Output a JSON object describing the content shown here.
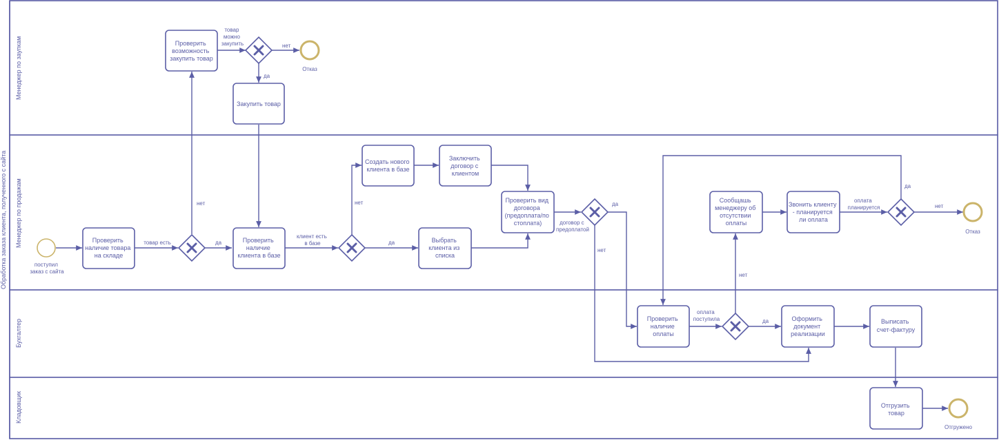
{
  "diagram": {
    "pool_title": "Обработка заказа клиента, полученного с сайта",
    "lanes": [
      {
        "id": "purchase",
        "name": "Менеджер по заупкам"
      },
      {
        "id": "sales",
        "name": "Менеджер по продажам"
      },
      {
        "id": "accountant",
        "name": "Бухгалтер"
      },
      {
        "id": "storekeeper",
        "name": "Кладовщик"
      }
    ],
    "tasks": {
      "check_stock": [
        "Проверить",
        "наличие товара",
        "на складе"
      ],
      "check_purchase": [
        "Проверить",
        "возможность",
        "закупить товар"
      ],
      "buy_goods": [
        "Закупить товар"
      ],
      "check_client": [
        "Проверить",
        "наличие",
        "клиента в базе"
      ],
      "create_client": [
        "Создать нового",
        "клиента в базе"
      ],
      "make_contract": [
        "Заключить",
        "договор с",
        "клиентом"
      ],
      "select_client": [
        "Выбрать",
        "клиента из",
        "списка"
      ],
      "check_contract_type": [
        "Проверить вид",
        "договора",
        "(предоплата/по",
        "стоплата)"
      ],
      "report_no_payment": [
        "Сообщашь",
        "менеджеру об",
        "отсутствии",
        "оплаты"
      ],
      "call_client": [
        "Звонить клиенту",
        "- планируется",
        "ли оплата"
      ],
      "check_payment": [
        "Проверить",
        "наличие",
        "оплаты"
      ],
      "make_sales_doc": [
        "Оформить",
        "документ",
        "реализации"
      ],
      "issue_invoice": [
        "Выписать",
        "счет-фактуру"
      ],
      "ship_goods": [
        "Отгрузить",
        "товар"
      ]
    },
    "events": {
      "start": [
        "поступил",
        "заказ с сайта"
      ],
      "end_refusal_1": [
        "Отказ"
      ],
      "end_refusal_2": [
        "Отказ"
      ],
      "end_shipped": [
        "Отгружено"
      ]
    },
    "flow_labels": {
      "can_buy": [
        "товар",
        "можно",
        "закупить"
      ],
      "no_1": "нет",
      "yes_1": "да",
      "in_stock": "товар есть",
      "yes_2": "да",
      "no_2": "нет",
      "client_exists": [
        "клиент есть",
        "в базе"
      ],
      "yes_3": "да",
      "no_3": "нет",
      "yes_4": "да",
      "prepay_contract": [
        "договор с",
        "предоплатой"
      ],
      "no_4": "нет",
      "payment_received": [
        "оплата",
        "поступила"
      ],
      "yes_5": "да",
      "no_5": "нет",
      "payment_planned": [
        "оплата",
        "планируется"
      ],
      "yes_6": "да",
      "no_6": "нет"
    }
  }
}
